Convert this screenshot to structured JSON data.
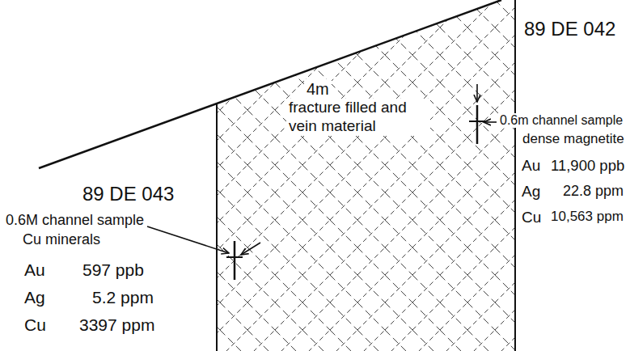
{
  "diagram": {
    "nodes": [
      {
        "text": [
          "4m",
          "fracture filled and vein material"
        ]
      }
    ],
    "labels": [
      "89 DE 043",
      "0.6M channel sample",
      "Cu minerals",
      "Au",
      "597 ppb",
      "Ag",
      "5.2 ppm",
      "Cu",
      "3397 ppm",
      "89 DE 042",
      "0.6m channel sample",
      "dense magnetite",
      "Au",
      "11,900 ppb",
      "Ag",
      "22.8 ppm",
      "Cu",
      "10,563 ppm"
    ]
  }
}
